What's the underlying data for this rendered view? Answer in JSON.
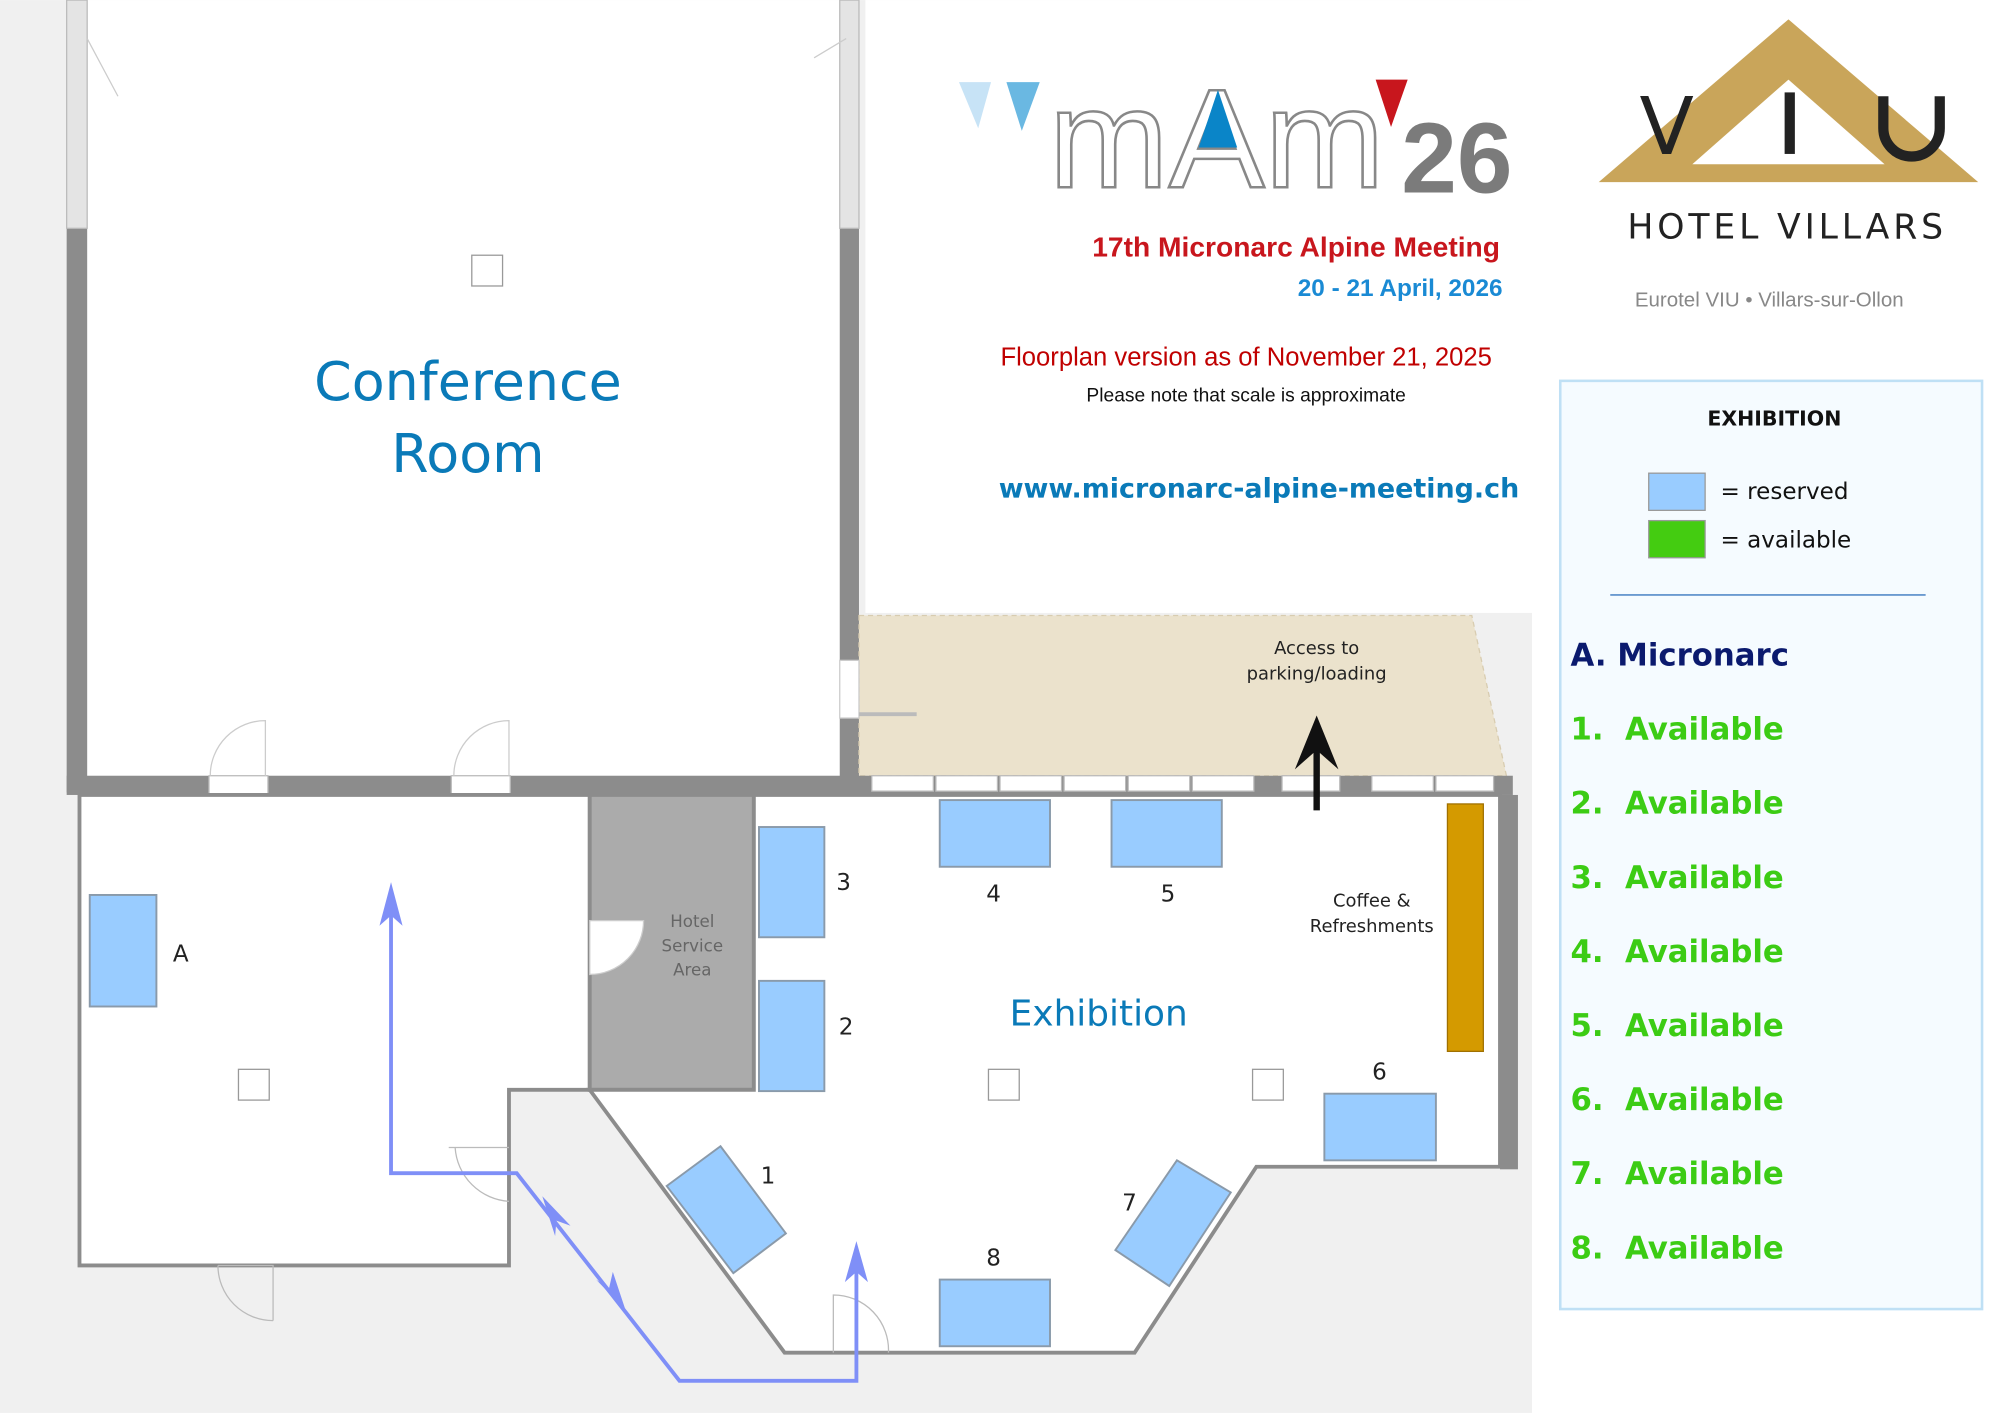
{
  "header": {
    "logo_text_1": "mAm",
    "logo_text_2": "26",
    "event_title": "17th Micronarc Alpine Meeting",
    "event_dates": "20 - 21 April, 2026",
    "floorplan_version": "Floorplan version as of November 21, 2025",
    "scale_note": "Please note that scale is approximate",
    "website": "www.micronarc-alpine-meeting.ch"
  },
  "hotel": {
    "logo_letters": [
      "V",
      "I",
      "U"
    ],
    "name": "HOTEL VILLARS",
    "subtitle": "Eurotel VIU • Villars-sur-Ollon"
  },
  "legend": {
    "title": "EXHIBITION",
    "reserved_label": "= reserved",
    "available_label": "= available",
    "reserved_color": "#99ccff",
    "available_color": "#44cc11",
    "entries": [
      {
        "label": "A. Micronarc",
        "status": "reserved"
      },
      {
        "label": "1.  Available",
        "status": "available"
      },
      {
        "label": "2.  Available",
        "status": "available"
      },
      {
        "label": "3.  Available",
        "status": "available"
      },
      {
        "label": "4.  Available",
        "status": "available"
      },
      {
        "label": "5.  Available",
        "status": "available"
      },
      {
        "label": "6.  Available",
        "status": "available"
      },
      {
        "label": "7.  Available",
        "status": "available"
      },
      {
        "label": "8.  Available",
        "status": "available"
      }
    ]
  },
  "map": {
    "conference_room_line1": "Conference",
    "conference_room_line2": "Room",
    "exhibition": "Exhibition",
    "service_line1": "Hotel",
    "service_line2": "Service",
    "service_line3": "Area",
    "access_line1": "Access to",
    "access_line2": "parking/loading",
    "coffee_line1": "Coffee &",
    "coffee_line2": "Refreshments",
    "booths": {
      "A": "A",
      "b1": "1",
      "b2": "2",
      "b3": "3",
      "b4": "4",
      "b5": "5",
      "b6": "6",
      "b7": "7",
      "b8": "8"
    }
  }
}
